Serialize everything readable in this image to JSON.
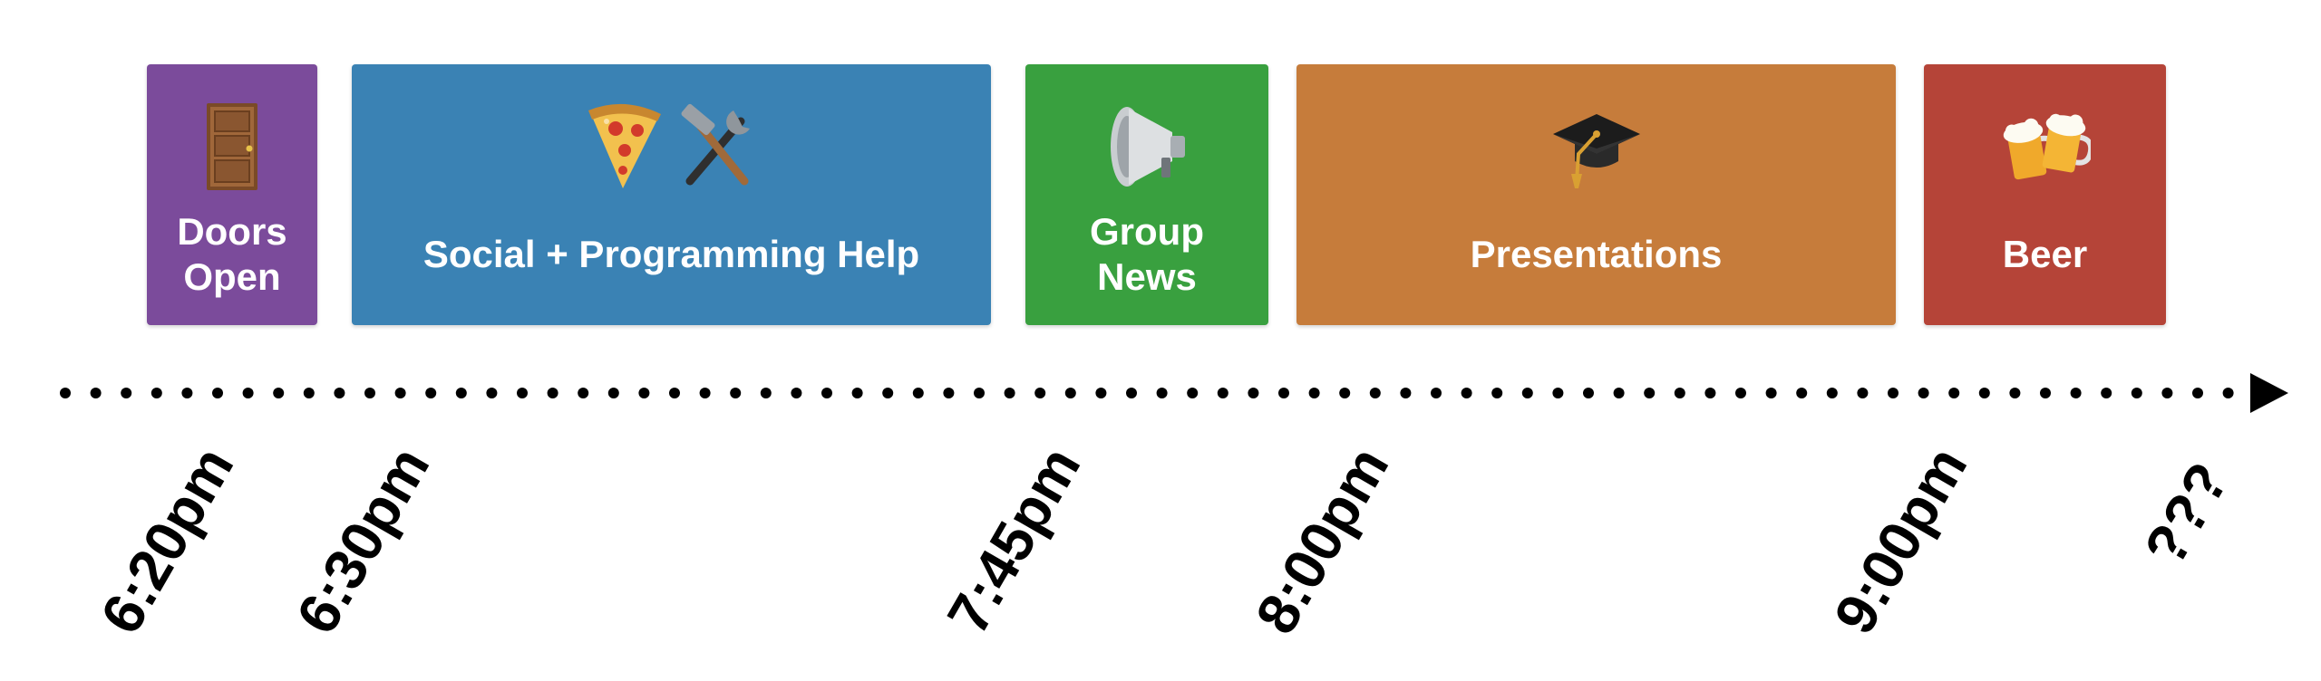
{
  "blocks": [
    {
      "id": "doors",
      "label": "Doors\nOpen",
      "icon": "door-icon",
      "color": "#7b4b9b"
    },
    {
      "id": "social",
      "label": "Social + Programming Help",
      "icon": "pizza-and-tools-icon",
      "color": "#3a82b4"
    },
    {
      "id": "news",
      "label": "Group\nNews",
      "icon": "megaphone-icon",
      "color": "#39a03f"
    },
    {
      "id": "pres",
      "label": "Presentations",
      "icon": "graduation-cap-icon",
      "color": "#c67c3b"
    },
    {
      "id": "beer",
      "label": "Beer",
      "icon": "beer-mugs-icon",
      "color": "#b54438"
    }
  ],
  "times": [
    "6:20pm",
    "6:30pm",
    "7:45pm",
    "8:00pm",
    "9:00pm",
    "???"
  ],
  "timeline": {
    "style": "dotted",
    "arrow": "right"
  }
}
